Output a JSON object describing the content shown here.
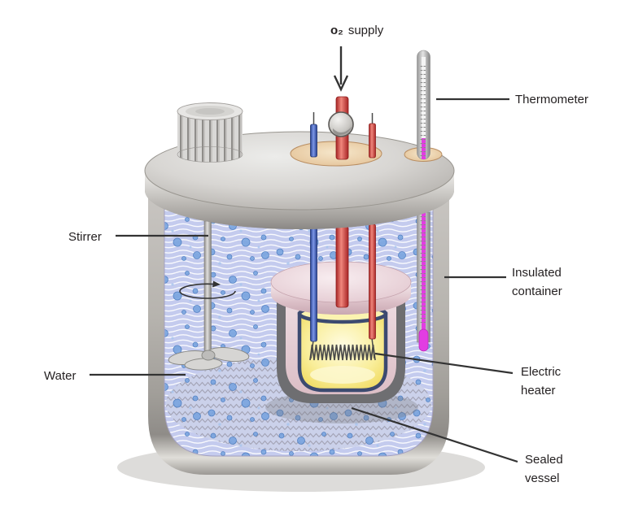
{
  "labels": {
    "o2_supply": [
      "o₂",
      "supply"
    ],
    "thermometer": "Thermometer",
    "stirrer": "Stirrer",
    "water": "Water",
    "insulated_container": [
      "Insulated",
      "container"
    ],
    "electric_heater": [
      "Electric",
      "heater"
    ],
    "sealed_vessel": [
      "Sealed",
      "vessel"
    ]
  },
  "icons": {
    "o2_flow_arrow": "down-arrow",
    "stirrer_rotation_arrow": "circular-arrow"
  },
  "colors": {
    "water_base": "#c4cbee",
    "water_bubble": "#79a4df",
    "container_metal": "#b6b3ae",
    "lid_metal": "#d8d6d3",
    "vessel_wall_dark": "#6e6e71",
    "vessel_pink": "#e6d0d6",
    "cup_yellow": "#f9ee9b",
    "cup_outline": "#3c4a70",
    "heater_coil": "#4b4b4b",
    "electrode_blue": "#3a57b5",
    "oxygen_tube_red": "#d23c3c",
    "thermometer_fluid": "#e23de2",
    "port_tan": "#eccfa8",
    "label_text": "#231f20",
    "leader_line": "#333333"
  }
}
